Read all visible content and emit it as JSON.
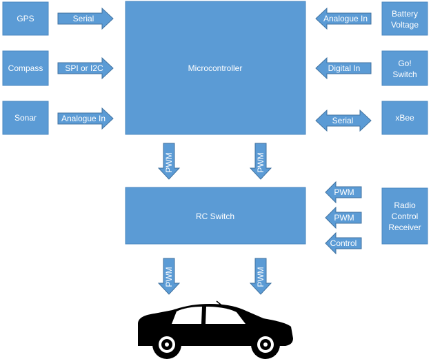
{
  "blocks": {
    "gps": "GPS",
    "compass": "Compass",
    "sonar": "Sonar",
    "microcontroller": "Microcontroller",
    "battery_voltage": [
      "Battery",
      "Voltage"
    ],
    "go_switch": [
      "Go!",
      "Switch"
    ],
    "xbee": "xBee",
    "rc_switch": "RC Switch",
    "radio_receiver": [
      "Radio",
      "Control",
      "Receiver"
    ]
  },
  "arrows": {
    "gps_to_mcu": "Serial",
    "compass_to_mcu": "SPI or I2C",
    "sonar_to_mcu": "Analogue In",
    "battery_to_mcu": "Analogue In",
    "go_to_mcu": "Digital In",
    "xbee_mcu": "Serial",
    "mcu_to_rc_left": "PWM",
    "mcu_to_rc_right": "PWM",
    "rx_to_rc_1": "PWM",
    "rx_to_rc_2": "PWM",
    "rx_to_rc_3": "Control",
    "rc_to_car_left": "PWM",
    "rc_to_car_right": "PWM"
  },
  "colors": {
    "block_fill": "#5b9bd5",
    "block_stroke": "#4a87c0",
    "arrow_stroke": "#41729f",
    "text": "#ffffff",
    "car": "#000000"
  },
  "icons": {
    "car": "car-silhouette-icon"
  }
}
